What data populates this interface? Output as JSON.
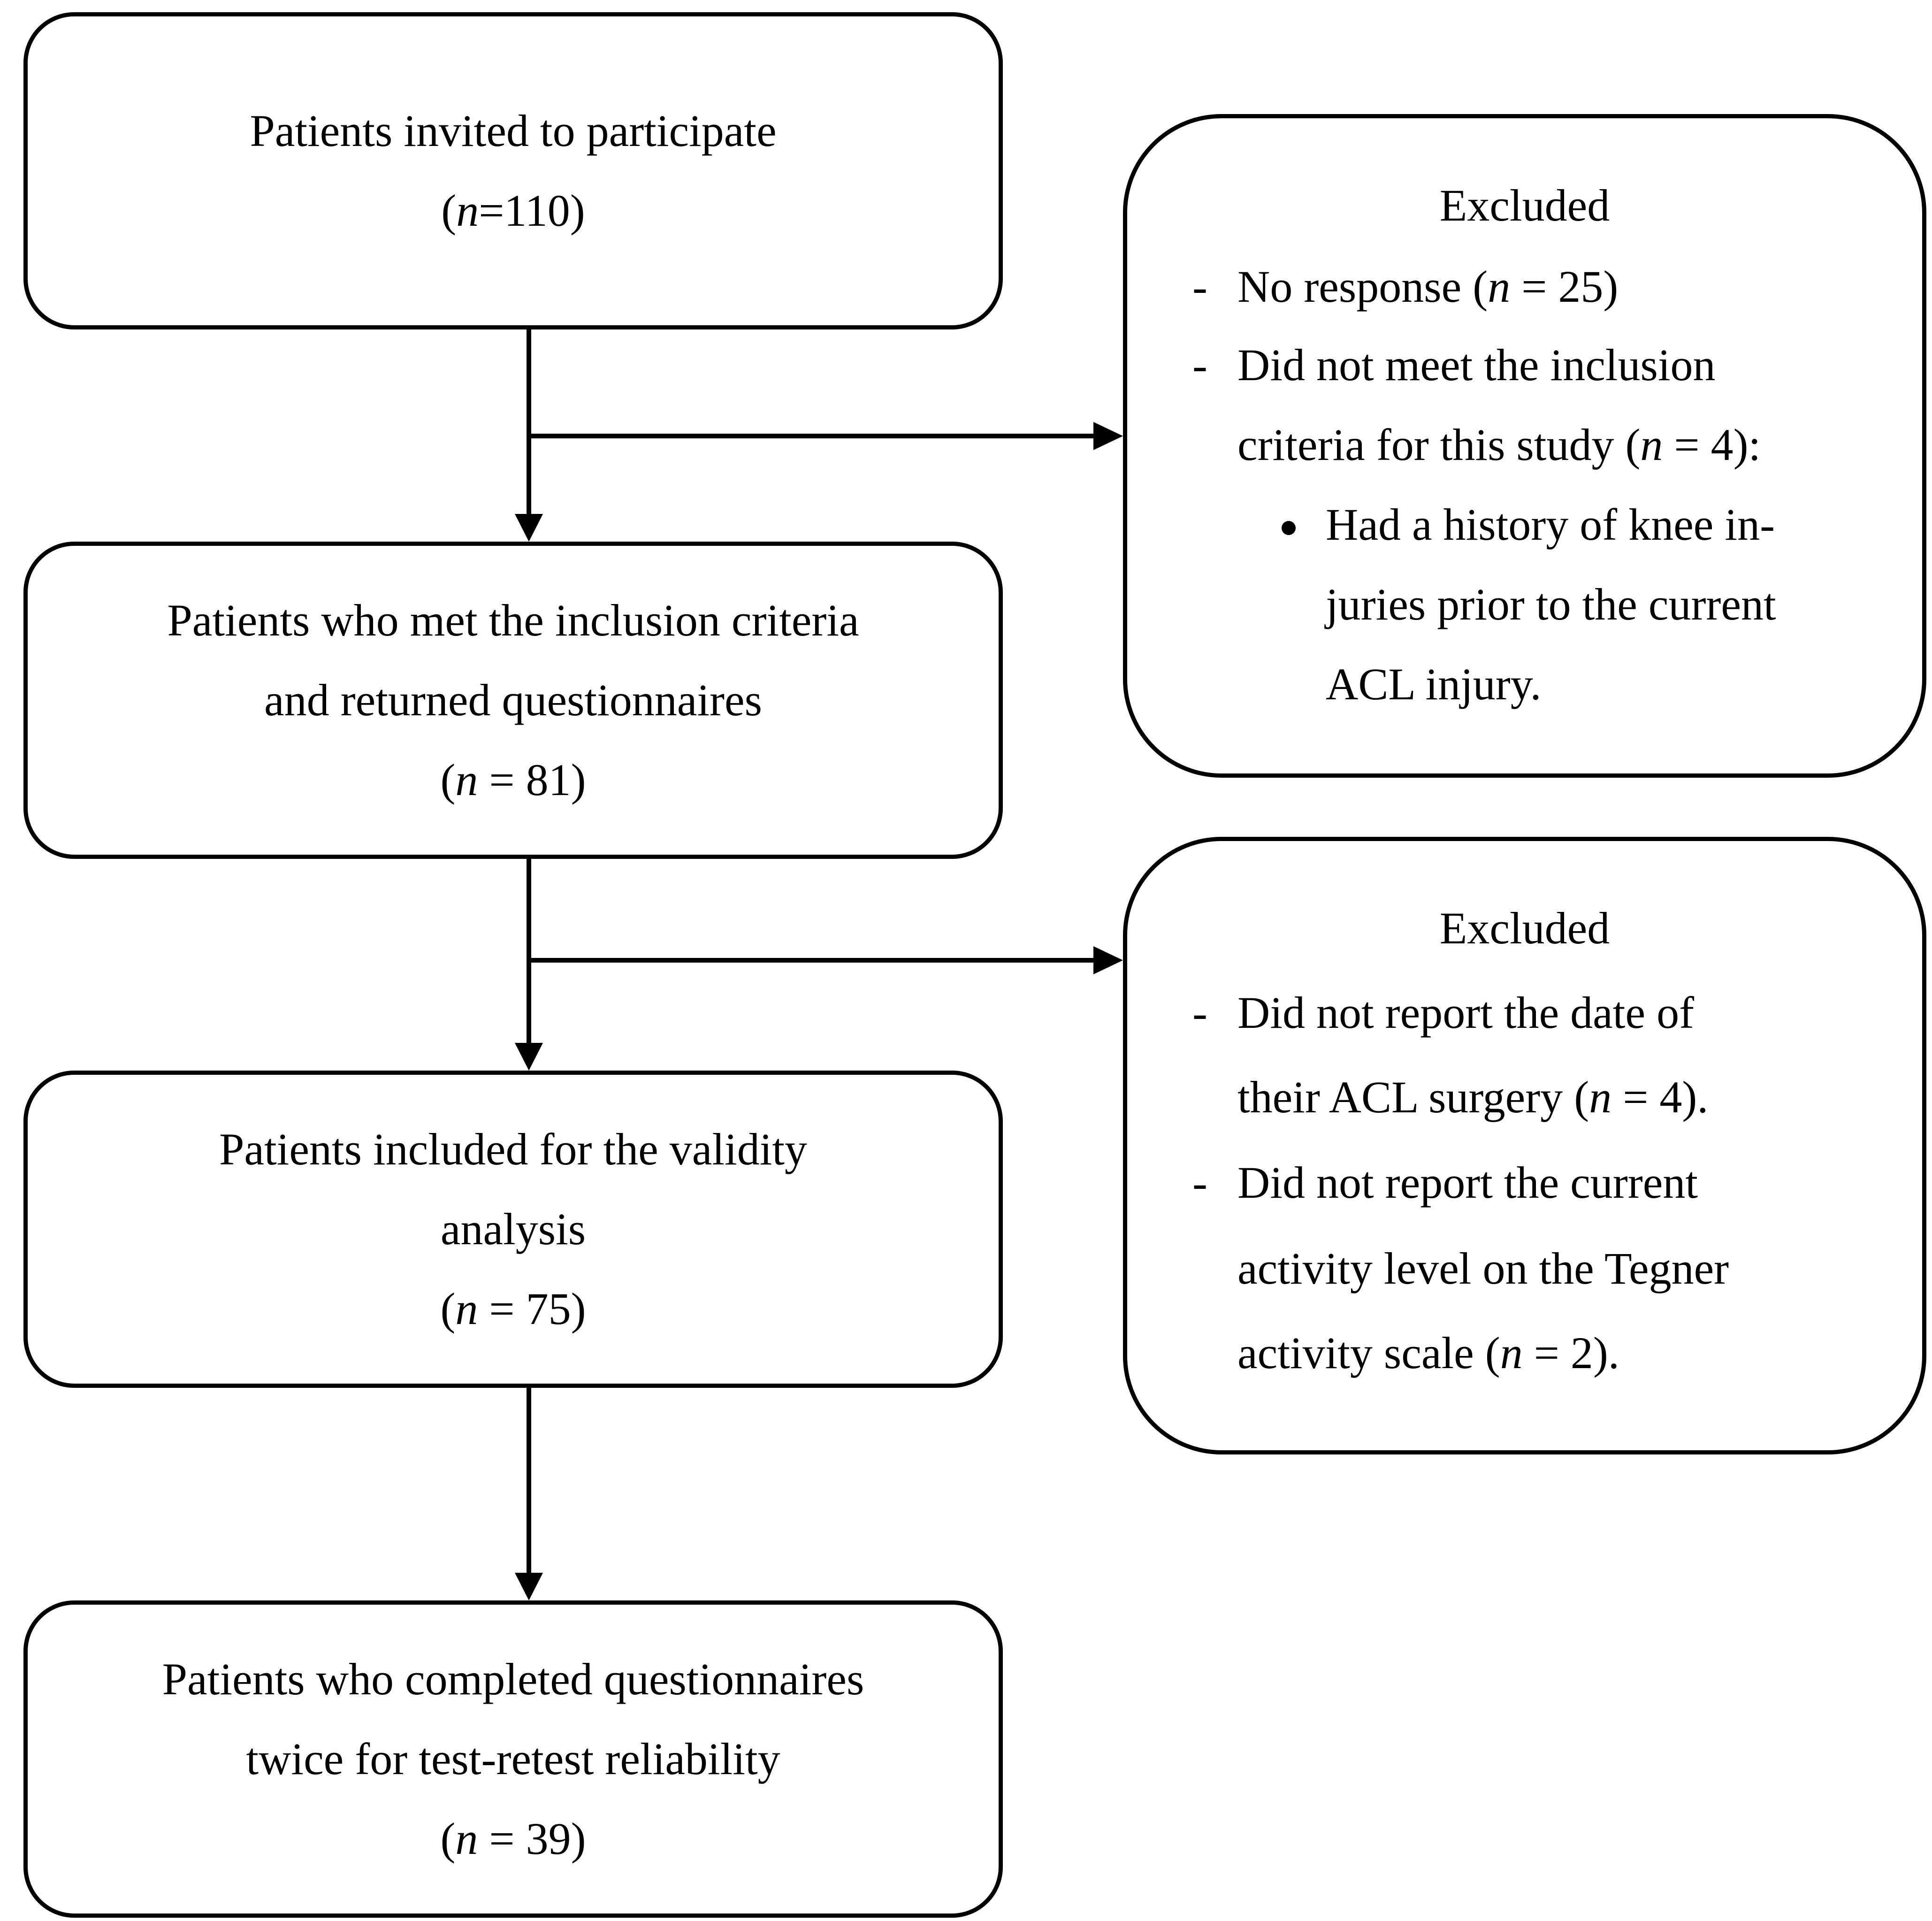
{
  "nodes": {
    "invited": {
      "label": "Patients invited to participate",
      "count_pre": "(",
      "n": "n",
      "count_post": "=110)"
    },
    "met": {
      "label_1": "Patients who met the inclusion criteria",
      "label_2": "and returned questionnaires",
      "count_pre": "(",
      "n": "n",
      "count_post": " = 81)"
    },
    "validity": {
      "label_1": "Patients included for the validity",
      "label_2": "analysis",
      "count_pre": "(",
      "n": "n",
      "count_post": " = 75)"
    },
    "retest": {
      "label_1": "Patients who completed questionnaires",
      "label_2": "twice for test-retest reliability",
      "count_pre": "(",
      "n": "n",
      "count_post": " = 39)"
    }
  },
  "excluded_1": {
    "title": "Excluded",
    "dash": "-",
    "item1_pre": "No response (",
    "item1_n": "n",
    "item1_post": " = 25)",
    "item2_line1": "Did not meet the inclusion",
    "item2_line2_pre": "criteria for this study (",
    "item2_line2_n": "n",
    "item2_line2_post": " = 4):",
    "sub_line1": "Had a history of knee in-",
    "sub_line2": "juries prior to the current",
    "sub_line3": "ACL injury."
  },
  "excluded_2": {
    "title": "Excluded",
    "dash": "-",
    "item1_line1": "Did not report the date of",
    "item1_line2_pre": "their ACL surgery (",
    "item1_line2_n": "n",
    "item1_line2_post": " = 4).",
    "item2_line1": "Did not report the current",
    "item2_line2": "activity level on the Tegner",
    "item2_line3_pre": "activity scale (",
    "item2_line3_n": "n",
    "item2_line3_post": " = 2)."
  }
}
